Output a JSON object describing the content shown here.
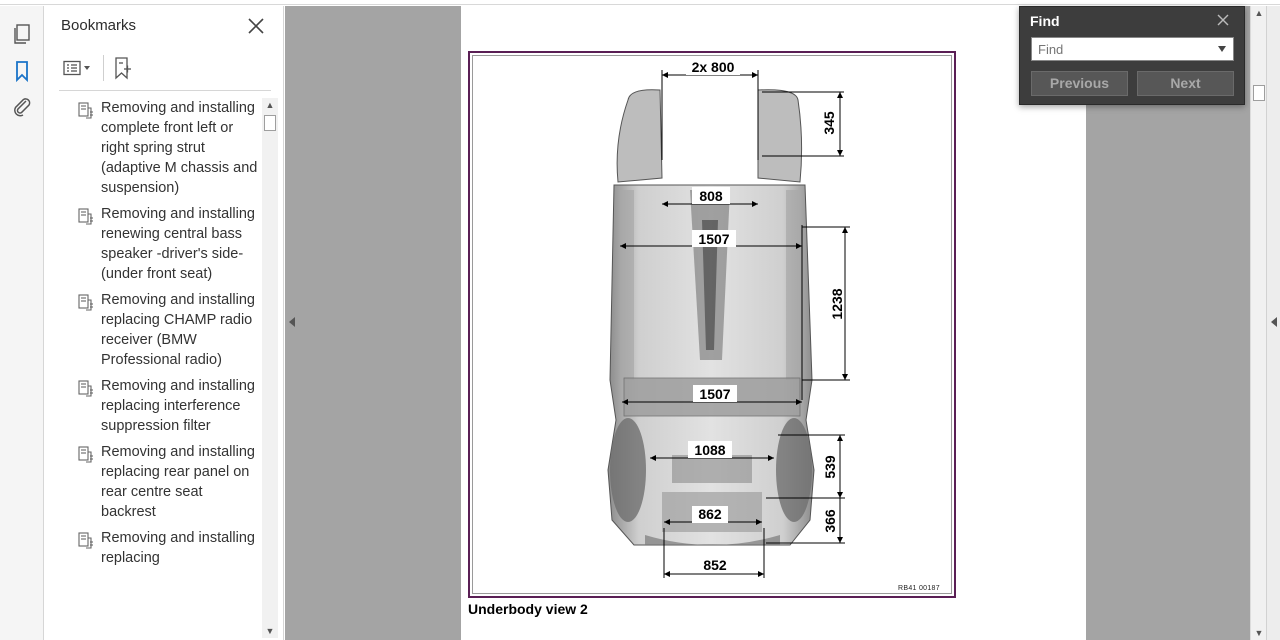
{
  "rail": {
    "items": [
      {
        "name": "pages-icon"
      },
      {
        "name": "bookmarks-icon"
      },
      {
        "name": "attachments-icon"
      }
    ]
  },
  "panel": {
    "title": "Bookmarks",
    "bookmarks": [
      {
        "label": "Removing and installing complete front left or right spring strut (adaptive M chassis and suspension)"
      },
      {
        "label": "Removing and installing renewing central bass speaker -driver's side- (under front seat)"
      },
      {
        "label": "Removing and installing replacing CHAMP radio receiver (BMW Professional radio)"
      },
      {
        "label": "Removing and installing replacing interference suppression filter"
      },
      {
        "label": "Removing and installing replacing rear panel on rear centre seat backrest"
      },
      {
        "label": "Removing and installing replacing"
      }
    ]
  },
  "document": {
    "figure": {
      "dimensions": {
        "top_width": "2x 800",
        "front_height": "345",
        "front_track": "808",
        "mid_width_front": "1507",
        "mid_length": "1238",
        "mid_width_rear": "1507",
        "rear_width": "1088",
        "rear_height": "539",
        "rear_track": "862",
        "tail_height": "366",
        "bottom_width": "852"
      },
      "reference": "RB41 00187"
    },
    "caption": "Underbody view 2"
  },
  "find": {
    "title": "Find",
    "placeholder": "Find",
    "previous_label": "Previous",
    "next_label": "Next"
  },
  "colors": {
    "frame": "#5a1f55",
    "dialog_bg": "#3d3d3d",
    "doc_bg": "#a4a4a4"
  }
}
